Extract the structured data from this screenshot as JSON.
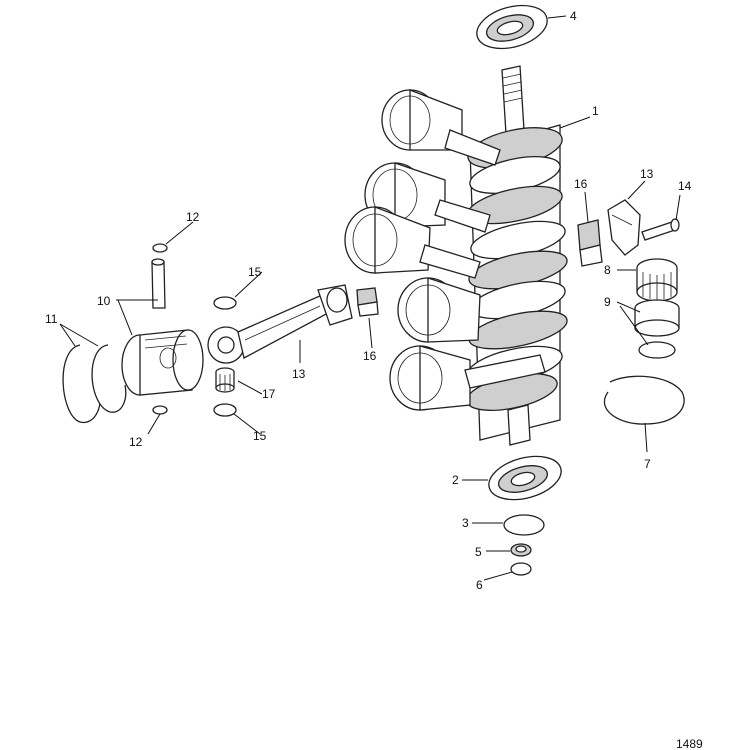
{
  "figure_number": "1489",
  "callouts": {
    "c1": "1",
    "c2": "2",
    "c3": "3",
    "c4": "4",
    "c5": "5",
    "c6": "6",
    "c7": "7",
    "c8": "8",
    "c9": "9",
    "c10": "10",
    "c11": "11",
    "c12a": "12",
    "c12b": "12",
    "c13a": "13",
    "c13b": "13",
    "c14": "14",
    "c15a": "15",
    "c15b": "15",
    "c16a": "16",
    "c16b": "16",
    "c17": "17"
  }
}
